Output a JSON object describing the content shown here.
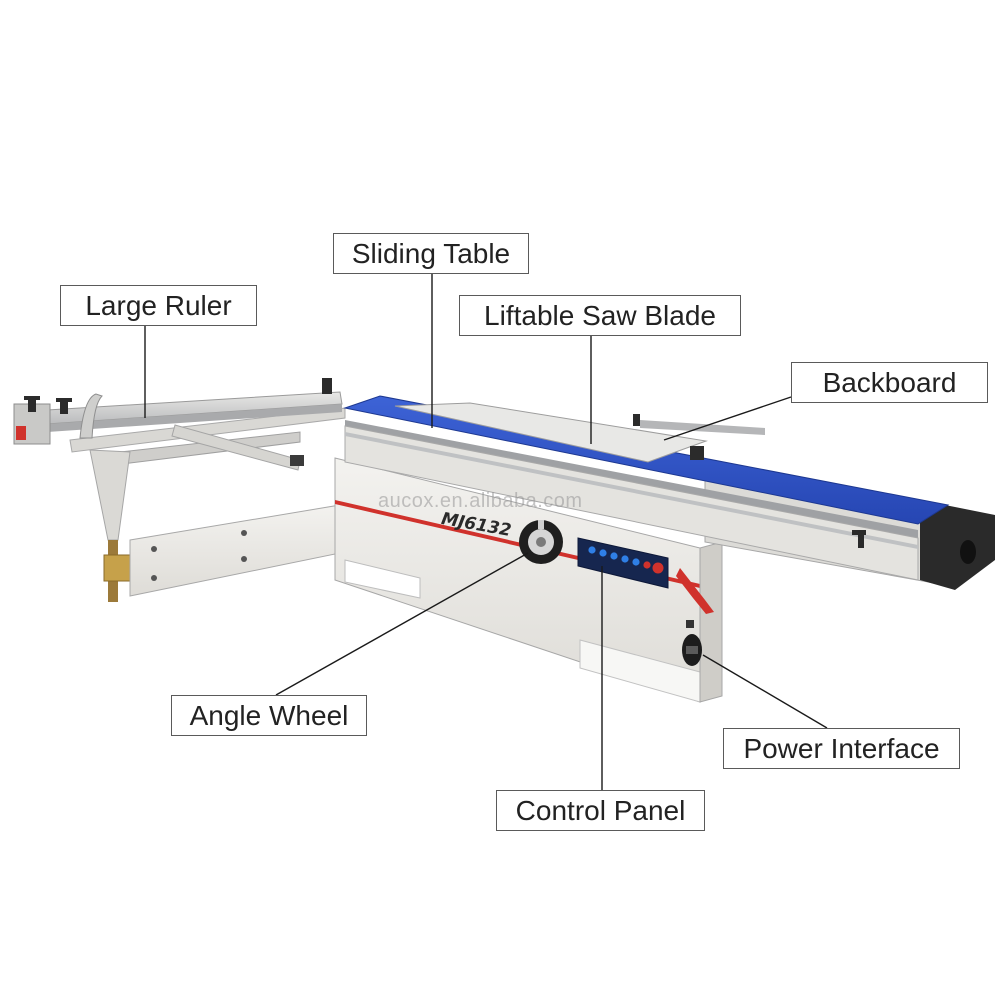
{
  "callouts": {
    "large_ruler": "Large Ruler",
    "sliding_table": "Sliding Table",
    "liftable_saw_blade": "Liftable Saw Blade",
    "backboard": "Backboard",
    "angle_wheel": "Angle Wheel",
    "power_interface": "Power Interface",
    "control_panel": "Control Panel"
  },
  "machine": {
    "model": "MJ6132",
    "watermark": "aucox.en.alibaba.com"
  },
  "colors": {
    "table_blue": "#2f55c9",
    "machine_white": "#ecebe7",
    "accent_red": "#d0322c",
    "metal_gray": "#b9bcc0",
    "leader_line": "#1a1a1a"
  }
}
